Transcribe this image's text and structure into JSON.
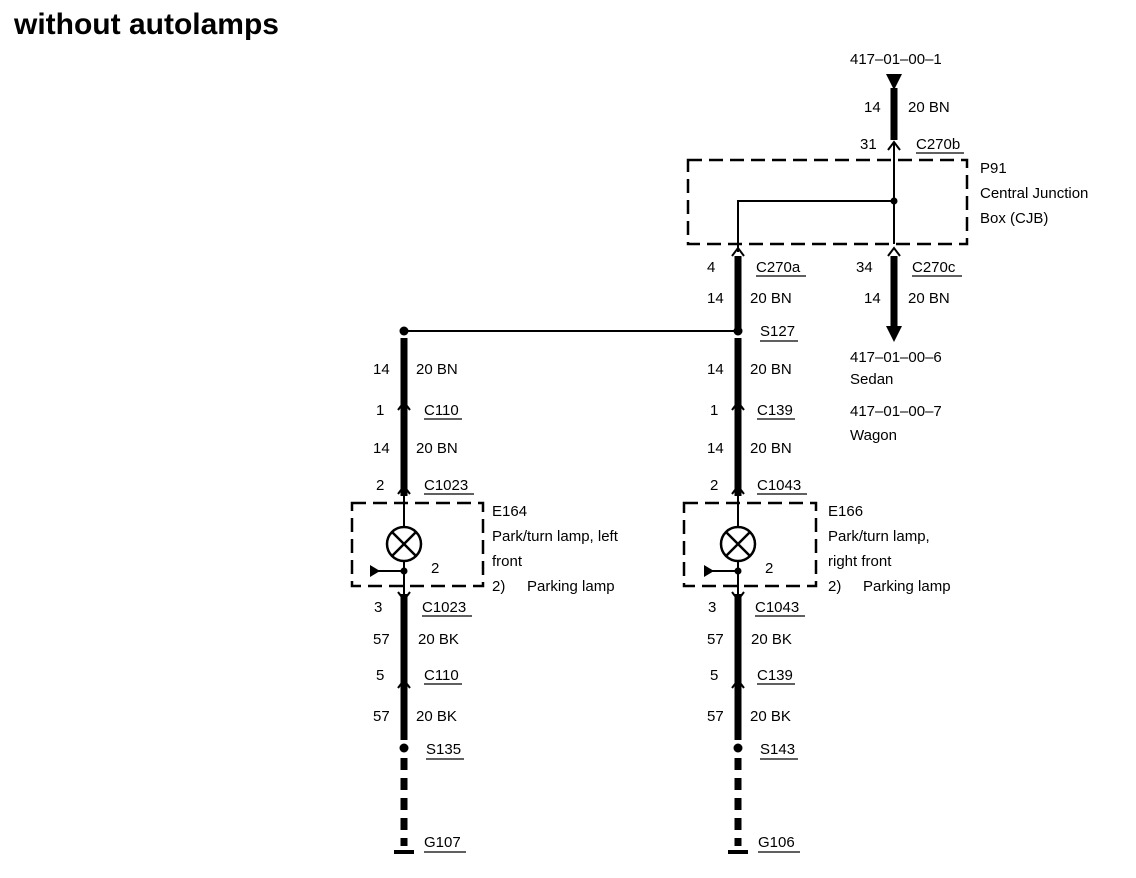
{
  "title": "without autolamps",
  "top_feed": {
    "ref": "417–01–00–1",
    "wire_circuit": "14",
    "wire_spec": "20 BN",
    "pin": "31",
    "connector": "C270b"
  },
  "cjb": {
    "id": "P91",
    "name_line1": "Central Junction",
    "name_line2": "Box (CJB)",
    "left_out": {
      "pin": "4",
      "connector": "C270a",
      "wire_circuit": "14",
      "wire_spec": "20 BN"
    },
    "right_out": {
      "pin": "34",
      "connector": "C270c",
      "wire_circuit": "14",
      "wire_spec": "20 BN"
    }
  },
  "right_ref": {
    "ref1": "417–01–00–6",
    "variant1": "Sedan",
    "ref2": "417–01–00–7",
    "variant2": "Wagon"
  },
  "splice_top": "S127",
  "left_branch": {
    "w1_circuit": "14",
    "w1_spec": "20 BN",
    "c1_pin": "1",
    "c1": "C110",
    "w2_circuit": "14",
    "w2_spec": "20 BN",
    "c2_pin": "2",
    "c2": "C1023",
    "lamp_id": "E164",
    "lamp_desc1": "Park/turn lamp, left",
    "lamp_desc2": "front",
    "lamp_note_num": "2)",
    "lamp_note": "Parking lamp",
    "lamp_pin": "2",
    "c3_pin": "3",
    "c3": "C1023",
    "w3_circuit": "57",
    "w3_spec": "20 BK",
    "c4_pin": "5",
    "c4": "C110",
    "w4_circuit": "57",
    "w4_spec": "20 BK",
    "splice": "S135",
    "ground": "G107"
  },
  "right_branch": {
    "w1_circuit": "14",
    "w1_spec": "20 BN",
    "c1_pin": "1",
    "c1": "C139",
    "w2_circuit": "14",
    "w2_spec": "20 BN",
    "c2_pin": "2",
    "c2": "C1043",
    "lamp_id": "E166",
    "lamp_desc1": "Park/turn lamp,",
    "lamp_desc2": "right front",
    "lamp_note_num": "2)",
    "lamp_note": "Parking lamp",
    "lamp_pin": "2",
    "c3_pin": "3",
    "c3": "C1043",
    "w3_circuit": "57",
    "w3_spec": "20 BK",
    "c4_pin": "5",
    "c4": "C139",
    "w4_circuit": "57",
    "w4_spec": "20 BK",
    "splice": "S143",
    "ground": "G106"
  }
}
